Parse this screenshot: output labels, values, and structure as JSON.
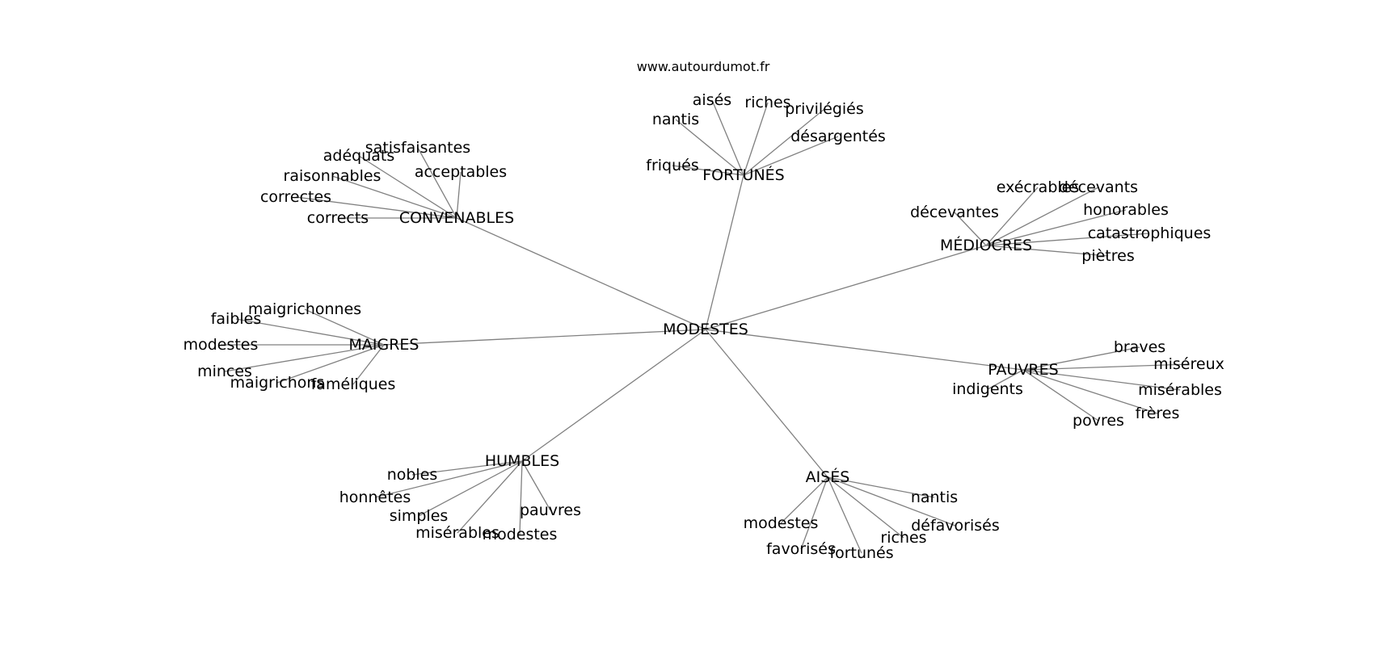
{
  "watermark": "www.autourdumot.fr",
  "graph": {
    "root": "MODESTES",
    "clusters": [
      {
        "hub": "FORTUNÉS",
        "leaves": [
          "aisés",
          "riches",
          "privilégiés",
          "nantis",
          "désargentés",
          "friqués"
        ]
      },
      {
        "hub": "CONVENABLES",
        "leaves": [
          "satisfaisantes",
          "adéquats",
          "acceptables",
          "raisonnables",
          "correctes",
          "corrects"
        ]
      },
      {
        "hub": "MÉDIOCRES",
        "leaves": [
          "exécrables",
          "décevants",
          "décevantes",
          "honorables",
          "catastrophiques",
          "piètres"
        ]
      },
      {
        "hub": "MAIGRES",
        "leaves": [
          "maigrichonnes",
          "faibles",
          "modestes",
          "minces",
          "maigrichons",
          "faméliques"
        ]
      },
      {
        "hub": "PAUVRES",
        "leaves": [
          "braves",
          "miséreux",
          "indigents",
          "misérables",
          "frères",
          "povres"
        ]
      },
      {
        "hub": "HUMBLES",
        "leaves": [
          "nobles",
          "honnêtes",
          "simples",
          "pauvres",
          "misérables",
          "modestes"
        ]
      },
      {
        "hub": "AISÉS",
        "leaves": [
          "nantis",
          "défavorisés",
          "modestes",
          "riches",
          "favorisés",
          "fortunés"
        ]
      }
    ]
  }
}
